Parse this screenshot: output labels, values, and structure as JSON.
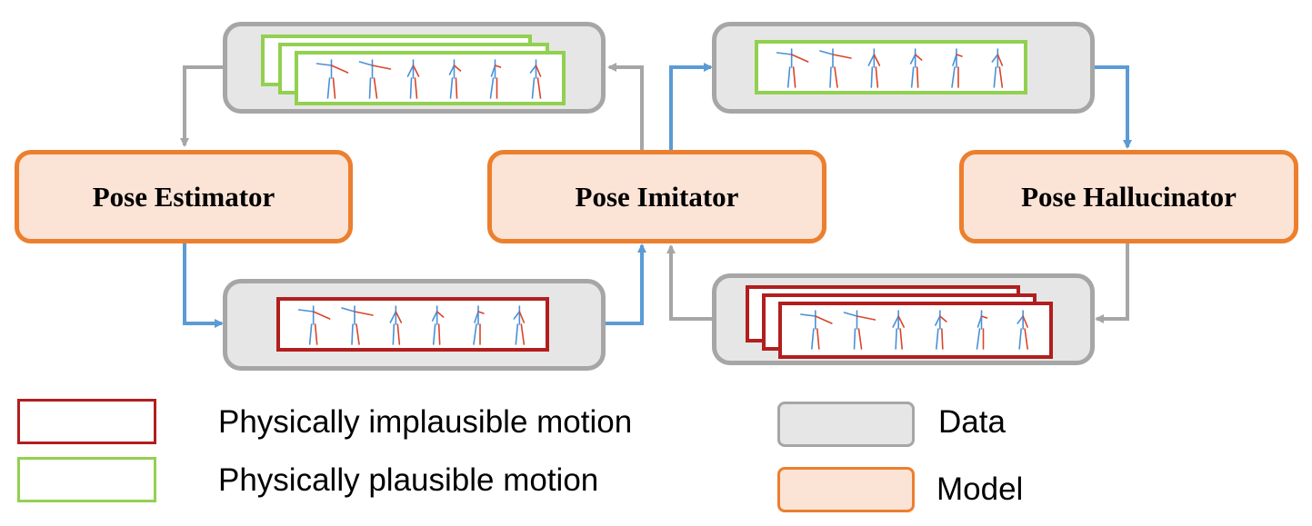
{
  "models": {
    "estimator": "Pose Estimator",
    "imitator": "Pose Imitator",
    "hallucinator": "Pose Hallucinator"
  },
  "legend": {
    "implausible": "Physically implausible motion",
    "plausible": "Physically plausible motion",
    "data": "Data",
    "model": "Model"
  },
  "colors": {
    "model_fill": "#fbe3d6",
    "model_border": "#ec7f2e",
    "data_fill": "#e6e6e6",
    "data_border": "#a6a6a6",
    "plausible": "#92d050",
    "implausible": "#b21e1e",
    "arrow_blue": "#5b9bd5",
    "arrow_gray": "#a6a6a6",
    "bone_blue": "#4a90d9",
    "bone_red": "#d9452b"
  }
}
